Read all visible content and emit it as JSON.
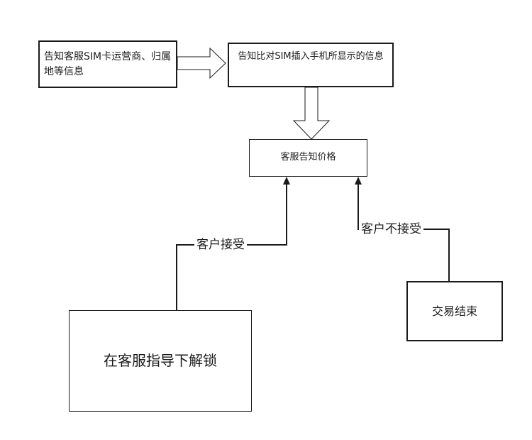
{
  "nodes": {
    "inform_sim": {
      "text": "告知客服SIM卡运营商、归属地等信息"
    },
    "compare_info": {
      "text": "告知比对SIM插入手机所显示的信息"
    },
    "quote_price": {
      "text": "客服告知价格"
    },
    "unlock_guided": {
      "text": "在客服指导下解锁"
    },
    "deal_end": {
      "text": "交易结束"
    }
  },
  "edges": {
    "customer_accept": {
      "label": "客户接受"
    },
    "customer_reject": {
      "label": "客户不接受"
    }
  }
}
